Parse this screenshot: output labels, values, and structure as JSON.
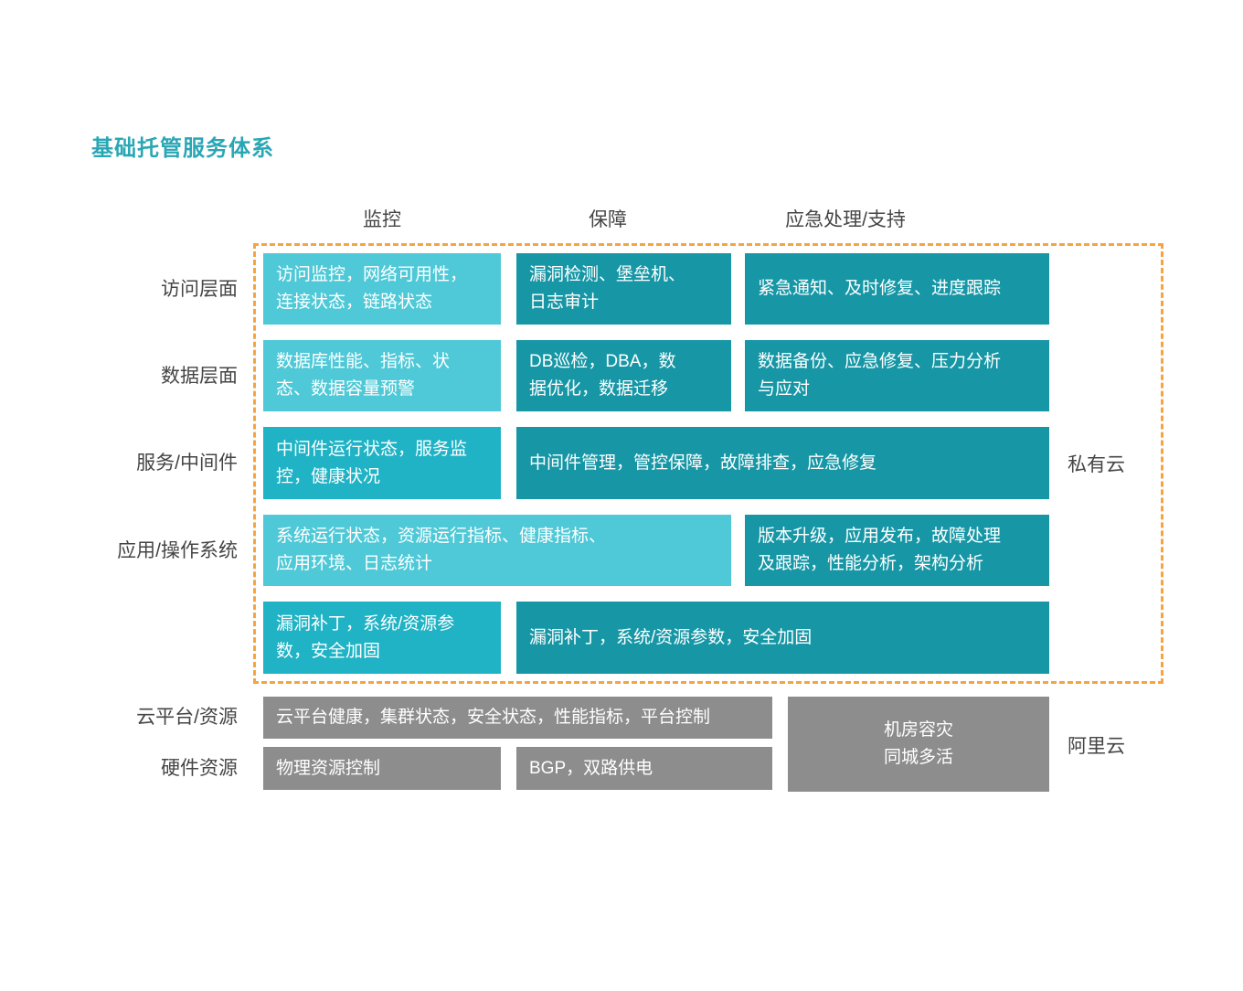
{
  "title": "基础托管服务体系",
  "column_headers": {
    "monitoring": "监控",
    "guarantee": "保障",
    "emergency": "应急处理/支持"
  },
  "row_labels": {
    "access": "访问层面",
    "data": "数据层面",
    "service_middleware": "服务/中间件",
    "app_os": "应用/操作系统",
    "cloud_platform": "云平台/资源",
    "hardware": "硬件资源"
  },
  "zone_labels": {
    "private_cloud": "私有云",
    "alicloud": "阿里云"
  },
  "cells": {
    "access_monitoring": "访问监控，网络可用性，\n连接状态，链路状态",
    "access_guarantee": "漏洞检测、堡垒机、\n日志审计",
    "access_emergency": "紧急通知、及时修复、进度跟踪",
    "data_monitoring": "数据库性能、指标、状\n态、数据容量预警",
    "data_guarantee": "DB巡检，DBA，数\n据优化，数据迁移",
    "data_emergency": "数据备份、应急修复、压力分析\n与应对",
    "middleware_monitoring": "中间件运行状态，服务监\n控，健康状况",
    "middleware_guarantee_emergency": "中间件管理，管控保障，故障排查，应急修复",
    "app_monitoring_guarantee": "系统运行状态，资源运行指标、健康指标、\n应用环境、日志统计",
    "app_emergency": "版本升级，应用发布，故障处理\n及跟踪，性能分析，架构分析",
    "patch_monitoring": "漏洞补丁，系统/资源参\n数，安全加固",
    "patch_guarantee_emergency": "漏洞补丁，系统/资源参数，安全加固",
    "platform_wide": "云平台健康，集群状态，安全状态，性能指标，平台控制",
    "physical_control": "物理资源控制",
    "bgp_power": "BGP，双路供电",
    "idc_disaster": "机房容灾\n同城多活"
  },
  "colors": {
    "title_accent": "#2AA7B5",
    "cell_light": "#4FC9D7",
    "cell_medium": "#1FB3C5",
    "cell_dark": "#1797A6",
    "cell_gray": "#8D8D8D",
    "dashed_border": "#F6A440",
    "label_text": "#454545",
    "cell_text": "#FFFFFF",
    "card_background": "#FFFFFF"
  }
}
